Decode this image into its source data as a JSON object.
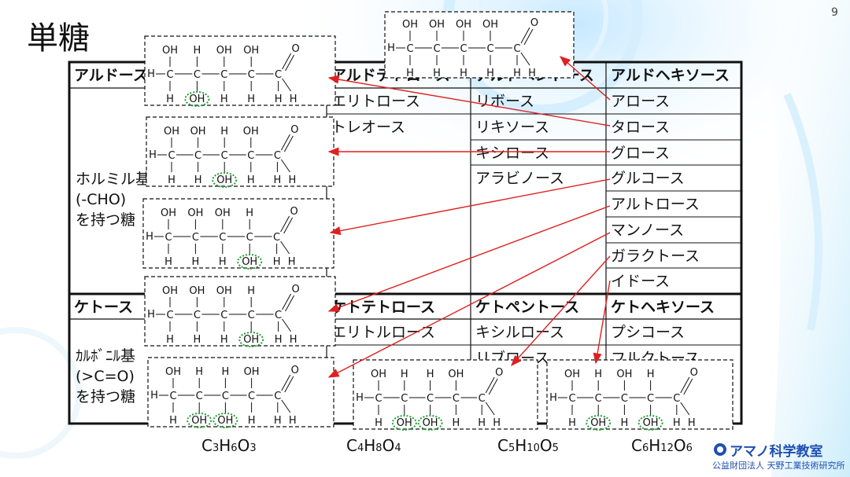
{
  "page": {
    "title": "単糖",
    "page_number": "9"
  },
  "table": {
    "aldose_group": {
      "label": "アルドース",
      "side_lines": [
        "ホルミル基",
        "(-CHO)",
        "を持つ糖"
      ],
      "col_headers": [
        "アルドテトロース",
        "アルドペントース",
        "アルドヘキソース"
      ],
      "tetroses": [
        "エリトロース",
        "トレオース"
      ],
      "pentoses": [
        "リボース",
        "リキソース",
        "キシロース",
        "アラビノース"
      ],
      "hexoses": [
        "アロース",
        "タロース",
        "グロース",
        "グルコース",
        "アルトロース",
        "マンノース",
        "ガラクトース",
        "イドース"
      ]
    },
    "ketose_group": {
      "label": "ケトース",
      "side_lines": [
        "ｶﾙﾎﾞﾆﾙ基",
        "(>C=O)",
        "を持つ糖"
      ],
      "col_headers": [
        "ケトテトロース",
        "ケトペントース",
        "ケトヘキソース"
      ],
      "tetroses": [
        "エリトルロース"
      ],
      "pentoses": [
        "キシルロース",
        "リブロース"
      ],
      "hexoses": [
        "プシコース",
        "フルクトース"
      ]
    },
    "formulas": [
      {
        "C": "3",
        "H": "6",
        "O": "3"
      },
      {
        "C": "4",
        "H": "8",
        "O": "4"
      },
      {
        "C": "5",
        "H": "10",
        "O": "5"
      },
      {
        "C": "6",
        "H": "12",
        "O": "6"
      }
    ]
  },
  "structures": {
    "oh_label": "OH",
    "h_label": "H",
    "c_label": "C",
    "o_label": "O",
    "patterns": [
      {
        "top": [
          "OH",
          "OH",
          "OH",
          "OH"
        ],
        "bottom": [
          "H",
          "H",
          "H",
          "H"
        ],
        "highlight": []
      },
      {
        "top": [
          "OH",
          "H",
          "OH",
          "OH"
        ],
        "bottom": [
          "H",
          "OH",
          "H",
          "H"
        ],
        "highlight": [
          1
        ]
      },
      {
        "top": [
          "OH",
          "OH",
          "H",
          "OH"
        ],
        "bottom": [
          "H",
          "H",
          "OH",
          "H"
        ],
        "highlight": [
          2
        ]
      },
      {
        "top": [
          "OH",
          "OH",
          "OH",
          "H"
        ],
        "bottom": [
          "H",
          "H",
          "H",
          "OH"
        ],
        "highlight": [
          3
        ]
      },
      {
        "top": [
          "OH",
          "OH",
          "OH",
          "H"
        ],
        "bottom": [
          "H",
          "H",
          "H",
          "OH"
        ],
        "highlight": [
          3
        ]
      },
      {
        "top": [
          "OH",
          "H",
          "H",
          "OH"
        ],
        "bottom": [
          "H",
          "OH",
          "OH",
          "H"
        ],
        "highlight": [
          1,
          2
        ]
      },
      {
        "top": [
          "OH",
          "H",
          "H",
          "OH"
        ],
        "bottom": [
          "H",
          "OH",
          "OH",
          "H"
        ],
        "highlight": [
          1,
          2
        ]
      },
      {
        "top": [
          "OH",
          "H",
          "OH",
          "H"
        ],
        "bottom": [
          "H",
          "OH",
          "H",
          "OH"
        ],
        "highlight": [
          1,
          3
        ]
      }
    ]
  },
  "logo": {
    "name": "アマノ科学教室",
    "org": "公益財団法人 天野工業技術研究所"
  },
  "colors": {
    "arrow": "#e02020",
    "highlight": "#22a033",
    "border": "#111111",
    "accent": "#1f4fb0"
  }
}
